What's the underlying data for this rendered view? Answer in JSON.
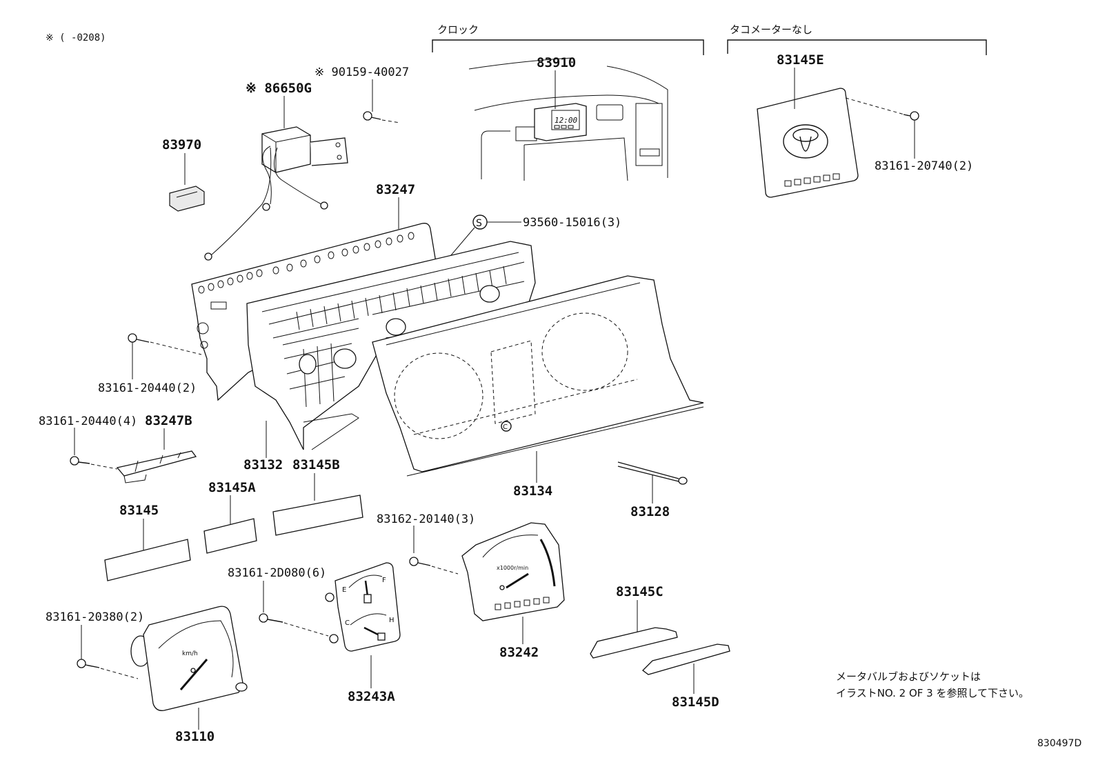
{
  "header": {
    "note": "※ (      -0208)",
    "clock_section": "クロック",
    "no_tacho_section": "タコメーターなし"
  },
  "parts": {
    "p83910": "83910",
    "p83145E": "83145E",
    "p83161_20740": "83161-20740(2)",
    "p90159": "※ 90159-40027",
    "p86650G": "※ 86650G",
    "p83970": "83970",
    "p83247": "83247",
    "p93560": "93560-15016(3)",
    "p83161_20440_2": "83161-20440(2)",
    "p83161_20440_4": "83161-20440(4)",
    "p83247B": "83247B",
    "p83132": "83132",
    "p83145B": "83145B",
    "p83145A": "83145A",
    "p83145": "83145",
    "p83134": "83134",
    "p83128": "83128",
    "p83162_20140": "83162-20140(3)",
    "p83161_2D080": "83161-2D080(6)",
    "p83161_20380": "83161-20380(2)",
    "p83242": "83242",
    "p83243A": "83243A",
    "p83110": "83110",
    "p83145C": "83145C",
    "p83145D": "83145D"
  },
  "symbols": {
    "s_mark": "S",
    "c_mark": "C"
  },
  "gauge_text": {
    "kmh": "km/h",
    "rpm": "x1000r/min",
    "clock_time": "12:00",
    "fuel_e": "E",
    "fuel_f": "F",
    "temp_c": "C",
    "temp_h": "H"
  },
  "footnote": {
    "line1": "メータバルブおよびソケットは",
    "line2": "イラストNO. 2 OF 3 を参照して下さい。"
  },
  "diagram_id": "830497D"
}
